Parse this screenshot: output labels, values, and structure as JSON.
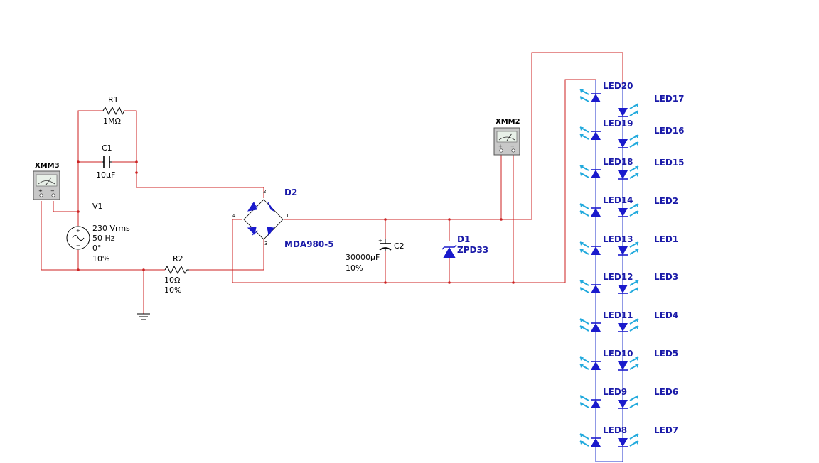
{
  "meters": {
    "xmm3": {
      "title": "XMM3",
      "plus": "+",
      "minus": "−"
    },
    "xmm2": {
      "title": "XMM2",
      "plus": "+",
      "minus": "−"
    }
  },
  "r1": {
    "ref": "R1",
    "value": "1MΩ"
  },
  "c1": {
    "ref": "C1",
    "value": "10µF"
  },
  "v1": {
    "ref": "V1",
    "line1": "230 Vrms",
    "line2": "50 Hz",
    "line3": "0°",
    "line4": "10%"
  },
  "r2": {
    "ref": "R2",
    "value": "10Ω",
    "tol": "10%"
  },
  "d2": {
    "ref": "D2",
    "part": "MDA980-5",
    "pins": [
      "1",
      "2",
      "3",
      "4"
    ]
  },
  "c2": {
    "ref": "C2",
    "value": "30000µF",
    "tol": "10%",
    "plus": "+"
  },
  "d1": {
    "ref": "D1",
    "part": "ZPD33"
  },
  "leds_left": [
    "LED20",
    "LED19",
    "LED18",
    "LED14",
    "LED13",
    "LED12",
    "LED11",
    "LED10",
    "LED9",
    "LED8"
  ],
  "leds_right": [
    "LED17",
    "LED16",
    "LED15",
    "LED2",
    "LED1",
    "LED3",
    "LED4",
    "LED5",
    "LED6",
    "LED7"
  ],
  "colors": {
    "wire": "#cc2222",
    "led_wire": "#2233cc",
    "diode": "#1a1acc",
    "arrow": "#22aadd",
    "label_blue": "#1a1aa8"
  }
}
